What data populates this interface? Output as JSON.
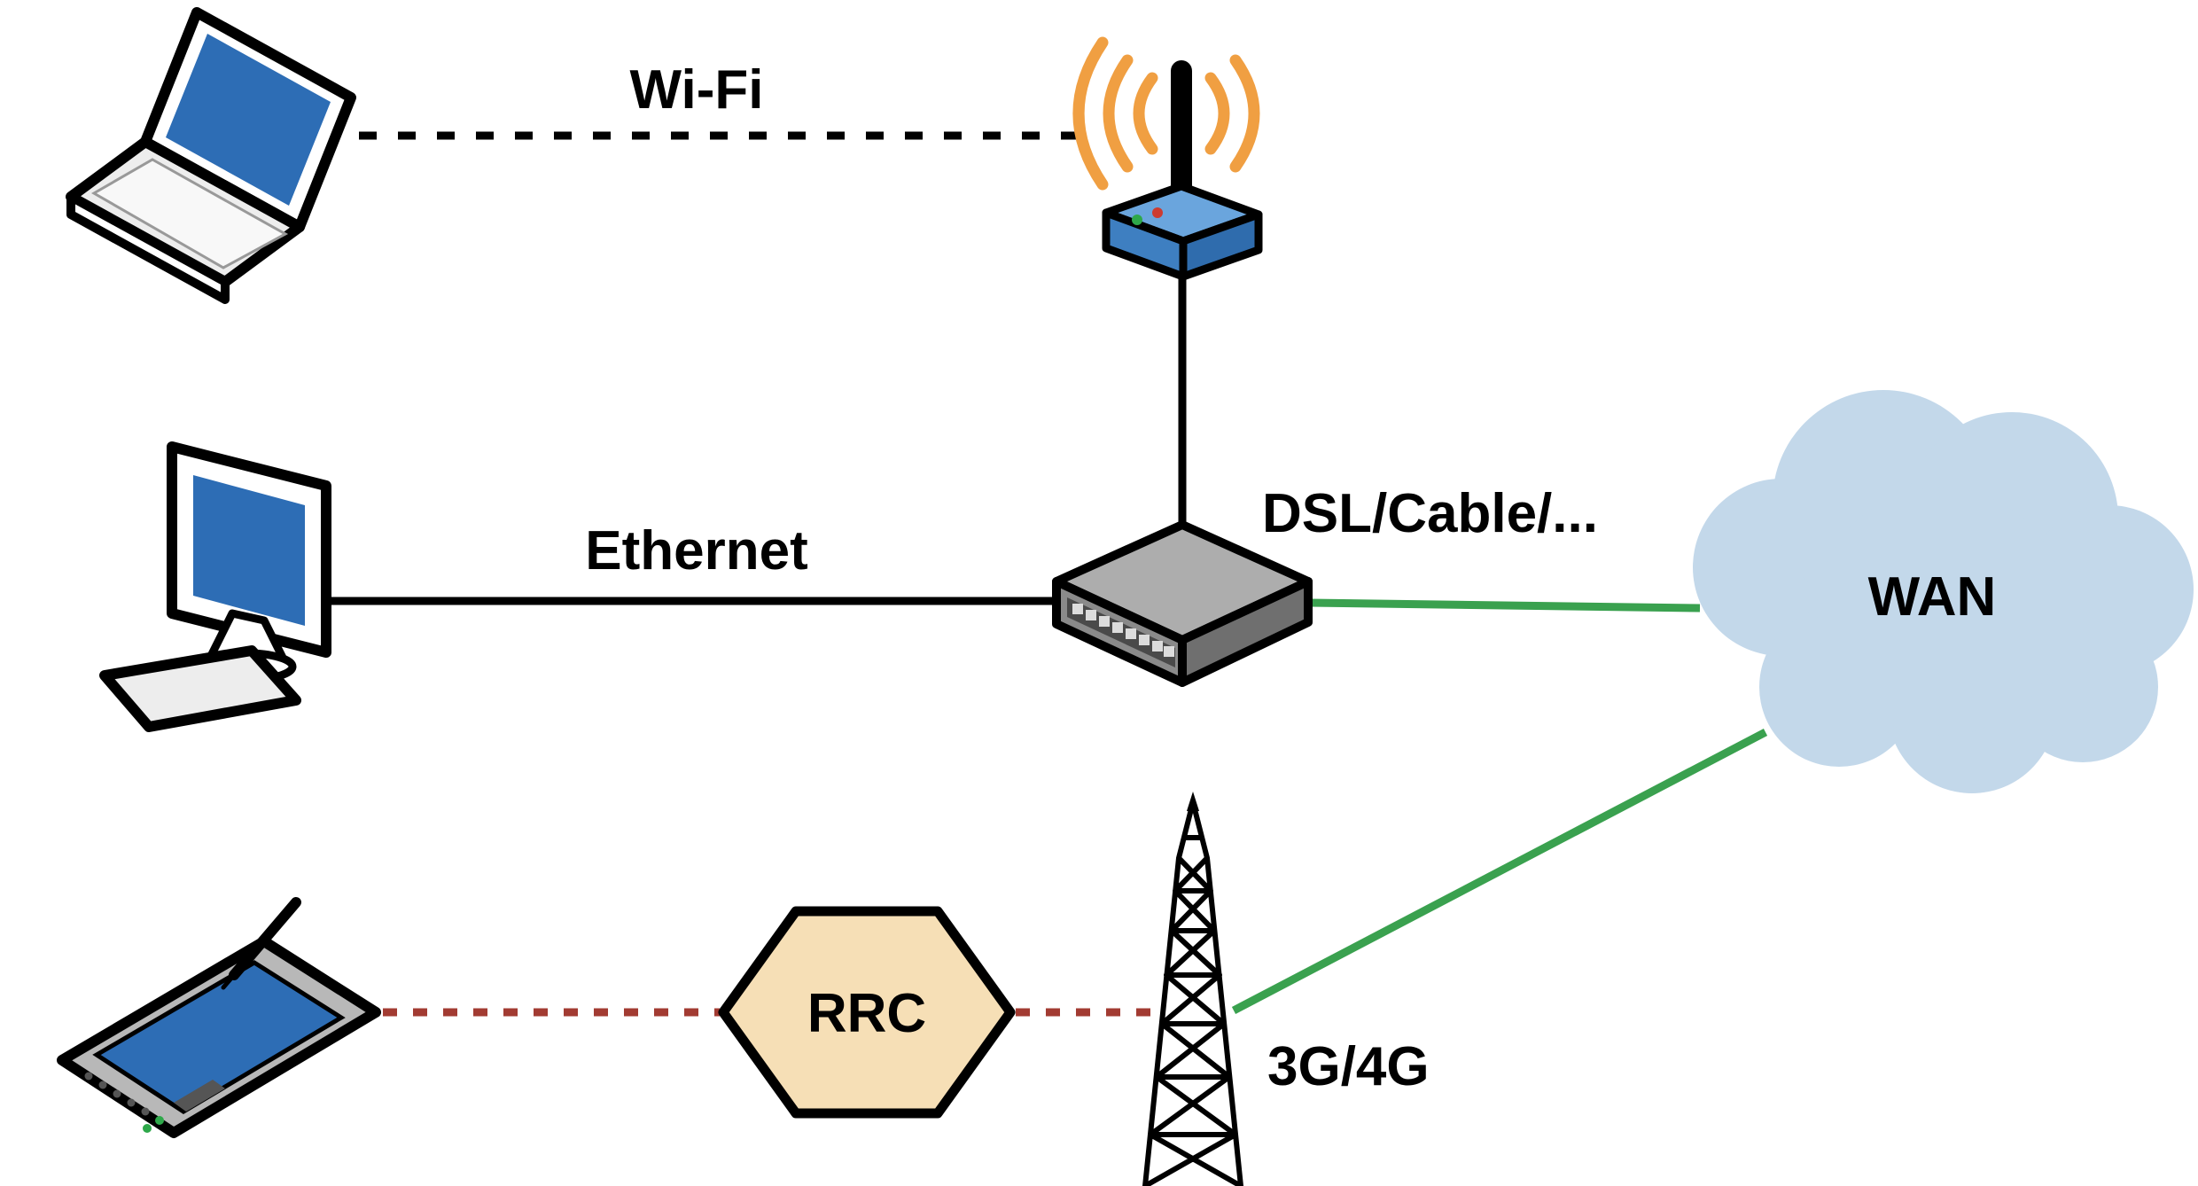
{
  "diagram": {
    "labels": {
      "wifi": "Wi-Fi",
      "ethernet": "Ethernet",
      "dsl": "DSL/Cable/...",
      "wan": "WAN",
      "rrc": "RRC",
      "cellular": "3G/4G"
    },
    "colors": {
      "line_black": "#000000",
      "line_green": "#3aa14f",
      "line_red": "#a23b32",
      "cloud_fill": "#c3d8ea",
      "hexagon_fill": "#f6dfb6",
      "screen_blue": "#2d6db5",
      "router_top": "#6aa5dd",
      "router_front": "#3e7fc1",
      "router_side": "#2f6cad",
      "wave_orange": "#f09f42",
      "switch_top": "#adadad",
      "switch_side": "#8a8a8a",
      "tablet_body": "#b8b8b8",
      "led_green": "#2ea84a",
      "led_red": "#cc3b30"
    },
    "nodes": [
      {
        "id": "laptop"
      },
      {
        "id": "wifi-router"
      },
      {
        "id": "desktop"
      },
      {
        "id": "switch"
      },
      {
        "id": "wan-cloud",
        "label": "WAN"
      },
      {
        "id": "tablet"
      },
      {
        "id": "rrc-node",
        "label": "RRC"
      },
      {
        "id": "cell-tower"
      }
    ],
    "edges": [
      {
        "from": "laptop",
        "to": "wifi-router",
        "label": "Wi-Fi",
        "style": "dashed-black"
      },
      {
        "from": "wifi-router",
        "to": "switch",
        "label": "",
        "style": "solid-black"
      },
      {
        "from": "desktop",
        "to": "switch",
        "label": "Ethernet",
        "style": "solid-black"
      },
      {
        "from": "switch",
        "to": "wan-cloud",
        "label": "DSL/Cable/...",
        "style": "solid-green"
      },
      {
        "from": "wan-cloud",
        "to": "cell-tower",
        "label": "3G/4G",
        "style": "solid-green"
      },
      {
        "from": "tablet",
        "to": "rrc-node",
        "label": "",
        "style": "dashed-red"
      },
      {
        "from": "rrc-node",
        "to": "cell-tower",
        "label": "",
        "style": "dashed-red"
      }
    ]
  }
}
